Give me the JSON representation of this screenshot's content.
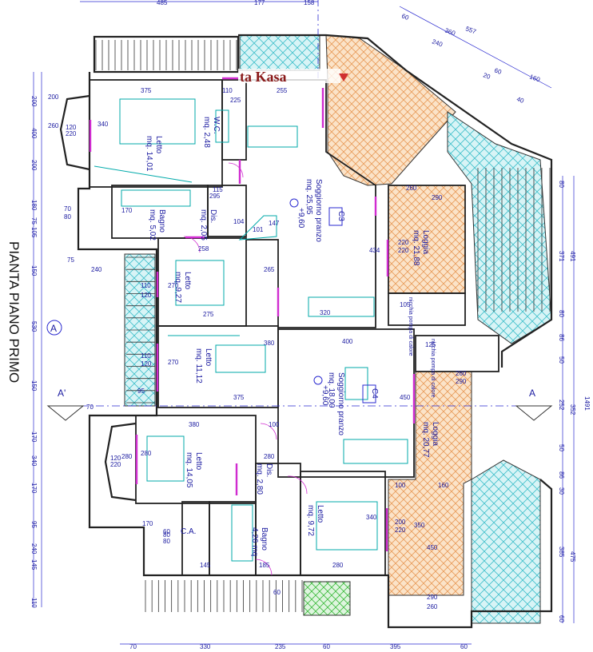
{
  "title": "PIANTA PIANO PRIMO",
  "logo_text": "ta Kasa",
  "section_markers": {
    "circle": "A",
    "left": "A'",
    "right": "A"
  },
  "colors": {
    "wall": "#222222",
    "room_line": "#00aaaa",
    "dim_line": "#2a2ad0",
    "window": "#d02cd0",
    "loggia_fill": "#f0a060",
    "balcony_fill": "#40c0c8",
    "terrace_fill": "#40c040",
    "text": "#1a1aa0"
  },
  "rooms": [
    {
      "name": "Letto",
      "area": "mq. 14,01"
    },
    {
      "name": "W.C.",
      "area": "mq. 2,48"
    },
    {
      "name": "Bagno",
      "area": "mq. 5,02"
    },
    {
      "name": "Dis.",
      "area": "mq. 2,05"
    },
    {
      "name": "Letto",
      "area": "mq. 9,27"
    },
    {
      "name": "Letto",
      "area": "mq. 11,12"
    },
    {
      "name": "Soggiorno pranzo",
      "area": "mq. 25,95"
    },
    {
      "name": "Loggia",
      "area": "mq. 21,88"
    },
    {
      "name": "Soggiorno pranzo",
      "area": "mq. 18,00"
    },
    {
      "name": "Loggia",
      "area": "mq. 20,77"
    },
    {
      "name": "Letto",
      "area": "mq. 14,05"
    },
    {
      "name": "Dis.",
      "area": "mq. 2,80"
    },
    {
      "name": "Bagno",
      "area": "4,26 mq"
    },
    {
      "name": "Letto",
      "area": "mq. 9,72"
    },
    {
      "name": "C.A.",
      "area": ""
    }
  ],
  "units": [
    "C3",
    "C4"
  ],
  "elevations": [
    "+9,60",
    "+9,60"
  ],
  "niches": [
    "nicchia pompa di calore",
    "nicchia pompa di calore"
  ],
  "dimensions": {
    "top": [
      "485",
      "177",
      "158"
    ],
    "top_right": [
      "60",
      "360",
      "557",
      "240",
      "60",
      "20",
      "160",
      "40"
    ],
    "bottom": [
      "70",
      "330",
      "235",
      "60",
      "395",
      "60"
    ],
    "left_outer": [
      "200",
      "400",
      "200",
      "180",
      "75",
      "105",
      "150",
      "530",
      "150",
      "170",
      "340",
      "170",
      "95",
      "240",
      "145",
      "110"
    ],
    "left_inner": [
      "200",
      "260",
      "70",
      "80",
      "75",
      "240",
      "110",
      "120",
      "110",
      "120",
      "95",
      "70",
      "120",
      "220",
      "280",
      "60",
      "80",
      "170"
    ],
    "right_outer": [
      "80",
      "371",
      "80",
      "86",
      "50",
      "252",
      "50",
      "86",
      "30",
      "385",
      "60",
      "491",
      "1491",
      "352",
      "475"
    ],
    "rooms_interior": [
      "375",
      "340",
      "120",
      "220",
      "110",
      "225",
      "255",
      "295",
      "170",
      "115",
      "104",
      "258",
      "270",
      "275",
      "270",
      "375",
      "380",
      "280",
      "145",
      "185",
      "280",
      "400",
      "450",
      "320",
      "260",
      "290",
      "434",
      "220",
      "220",
      "105",
      "125",
      "260",
      "290",
      "160",
      "100",
      "200",
      "220",
      "340",
      "350",
      "450",
      "290",
      "260",
      "100",
      "60",
      "80",
      "280",
      "147",
      "101",
      "265",
      "380"
    ]
  }
}
